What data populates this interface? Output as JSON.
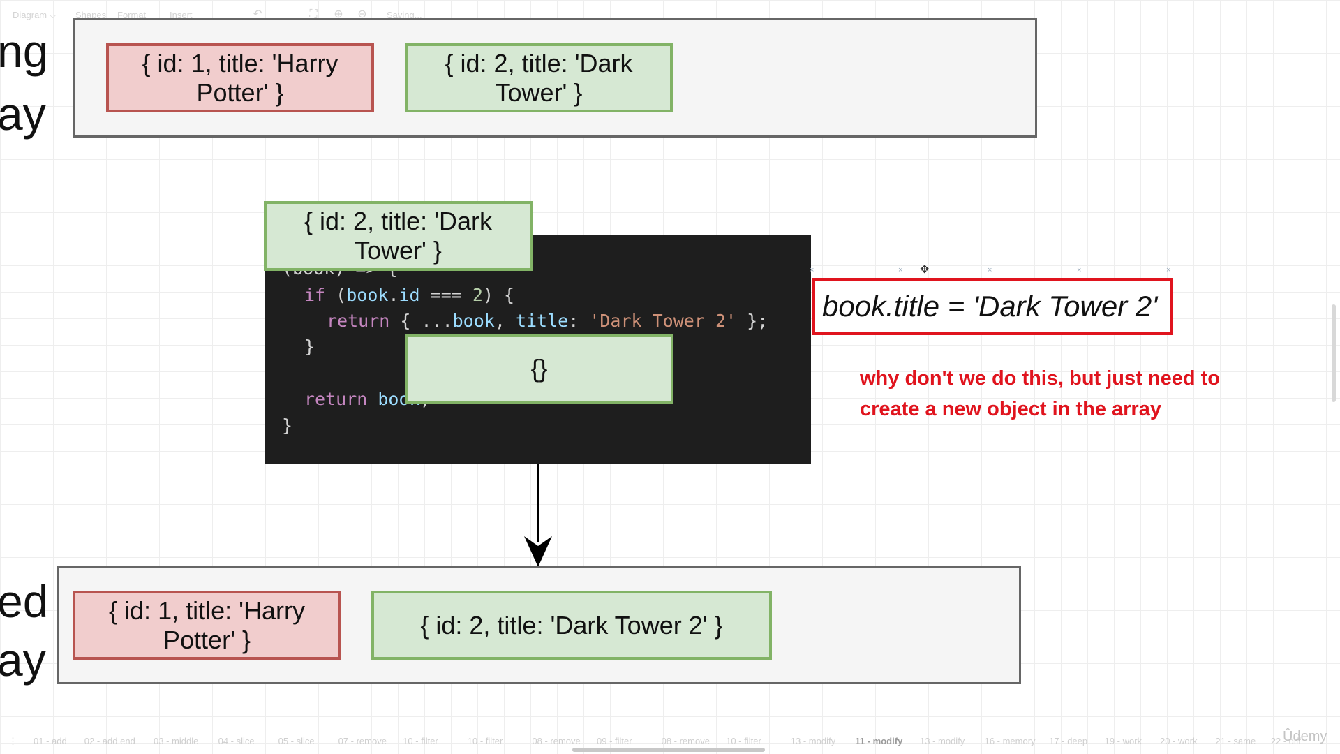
{
  "toolbar": {
    "diagram": "Diagram ⌵",
    "shapes": "Shapes",
    "format": "Format",
    "insert": "Insert",
    "status": "Saving..."
  },
  "heading_fragments": {
    "top_line1": "ng",
    "top_line2": "ay",
    "bottom_line1": "ed",
    "bottom_line2": "ay"
  },
  "top_array": {
    "item1": "{ id: 1, title: 'Harry Potter' }",
    "item2": "{ id: 2, title: 'Dark Tower' }"
  },
  "floating_object": "{ id: 2, title: 'Dark Tower' }",
  "empty_object": "{}",
  "code": {
    "line1": "(book) => {",
    "line2_kw": "if",
    "line2_a": " (",
    "line2_var": "book",
    "line2_b": ".",
    "line2_prop": "id",
    "line2_c": " === ",
    "line2_num": "2",
    "line2_d": ") {",
    "line3_kw": "return",
    "line3_a": " { ...",
    "line3_var": "book",
    "line3_b": ", ",
    "line3_prop": "title",
    "line3_c": ": ",
    "line3_str": "'Dark Tower 2'",
    "line3_d": " };",
    "line4": "}",
    "line5_kw": "return",
    "line5_a": " ",
    "line5_var": "book",
    "line5_b": ";",
    "line6": "}"
  },
  "assignment": "book.title = 'Dark Tower 2'",
  "note": "why don't we do this, but just need to create a new object in the array",
  "bottom_array": {
    "item1": "{ id: 1, title: 'Harry Potter' }",
    "item2": "{  id: 2, title: 'Dark Tower 2' }"
  },
  "tabs": [
    "01 - add",
    "02 - add end",
    "03 - middle",
    "04 - slice",
    "05 - slice",
    "07 - remove",
    "10 - filter",
    "10 - filter",
    "08 - remove",
    "09 - filter",
    "08 - remove",
    "10 - filter",
    "13 - modify",
    "11 - modify",
    "13 - modify",
    "16 - memory",
    "17 - deep",
    "19 - work",
    "20 - work",
    "21 - same",
    "22 - diff"
  ],
  "active_tab": "11 - modify",
  "brand": "Ûdemy",
  "colors": {
    "red_fill": "#f1cdcd",
    "red_stroke": "#b85450",
    "green_fill": "#d6e8d3",
    "green_stroke": "#82b366",
    "note_red": "#e0141e",
    "code_bg": "#1e1e1e"
  }
}
